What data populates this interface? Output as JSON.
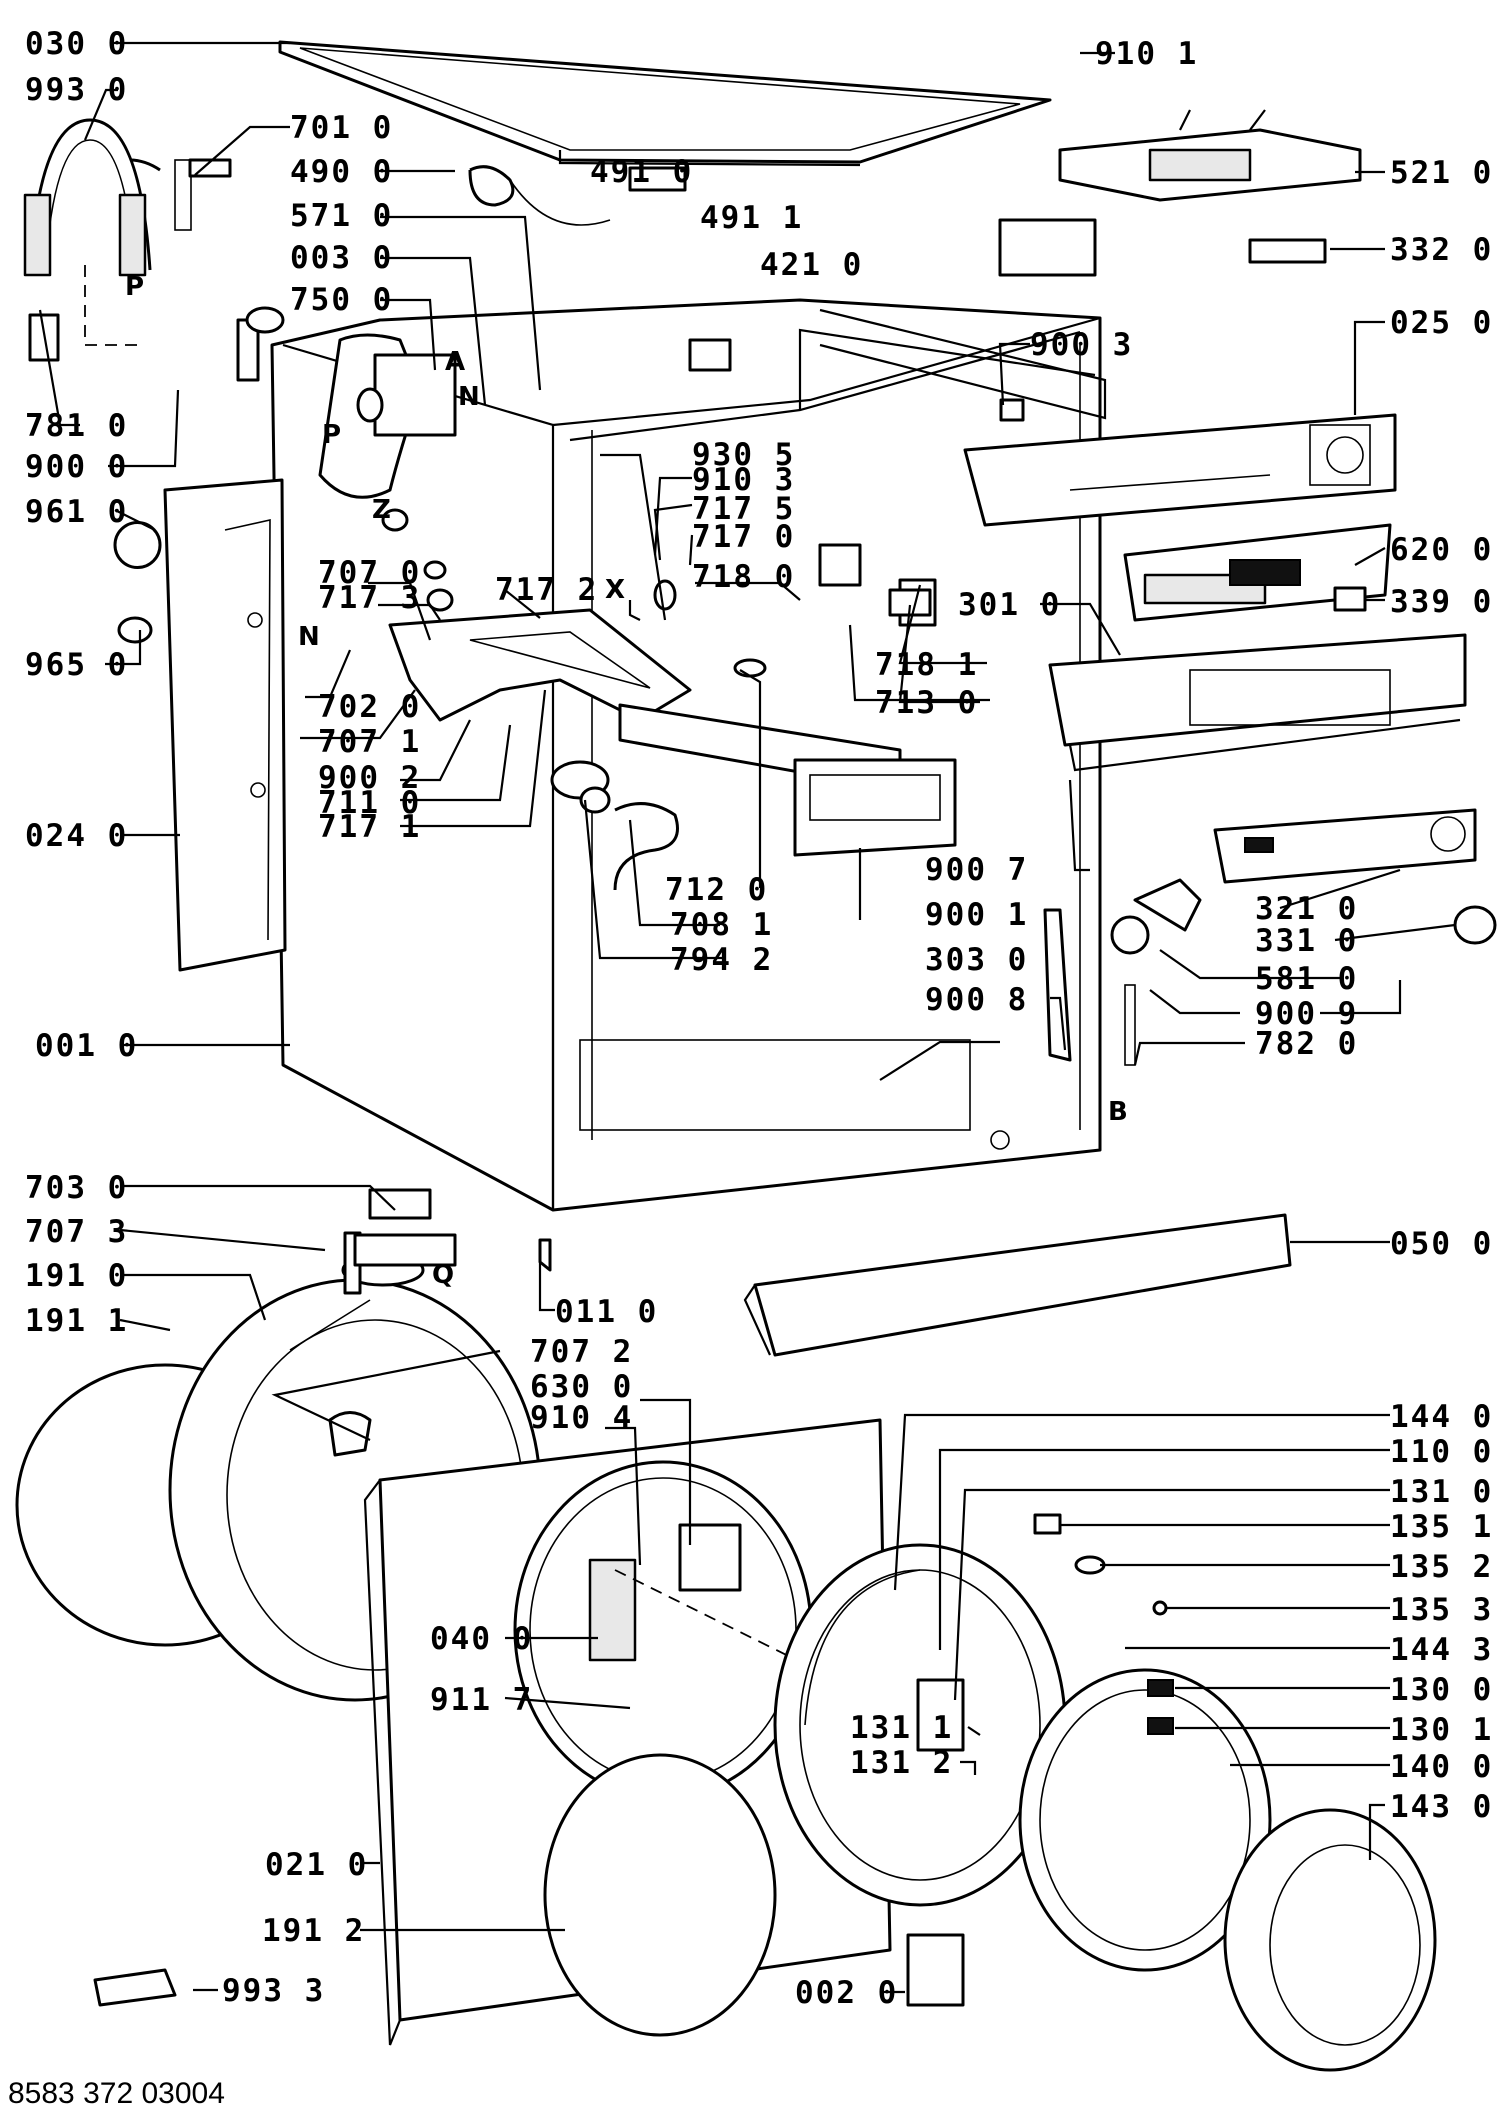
{
  "document_code": "8583 372 03004",
  "letters": [
    "P",
    "A",
    "N",
    "P",
    "Z",
    "N",
    "X",
    "Q",
    "B"
  ],
  "labels": {
    "l030_0": "030 0",
    "l993_0": "993 0",
    "l701_0": "701 0",
    "l490_0": "490 0",
    "l571_0": "571 0",
    "l003_0": "003 0",
    "l750_0": "750 0",
    "l781_0": "781 0",
    "l900_0": "900 0",
    "l961_0": "961 0",
    "l965_0": "965 0",
    "l024_0": "024 0",
    "l001_0": "001 0",
    "l703_0": "703 0",
    "l707_3": "707 3",
    "l191_0": "191 0",
    "l191_1": "191 1",
    "l021_0": "021 0",
    "l191_2": "191 2",
    "l993_3": "993 3",
    "l707_0": "707 0",
    "l717_3": "717 3",
    "l717_2": "717 2",
    "l702_0": "702 0",
    "l707_1": "707 1",
    "l900_2": "900 2",
    "l711_0": "711 0",
    "l717_1": "717 1",
    "l930_5": "930 5",
    "l910_3": "910 3",
    "l717_5": "717 5",
    "l717_0": "717 0",
    "l718_0": "718 0",
    "l712_0": "712 0",
    "l708_1": "708 1",
    "l794_2": "794 2",
    "l491_0": "491 0",
    "l491_1": "491 1",
    "l421_0": "421 0",
    "l900_3": "900 3",
    "l718_1": "718 1",
    "l301_0": "301 0",
    "l713_0": "713 0",
    "l900_7": "900 7",
    "l900_1": "900 1",
    "l303_0": "303 0",
    "l900_8": "900 8",
    "l910_1": "910 1",
    "l521_0": "521 0",
    "l332_0": "332 0",
    "l025_0": "025 0",
    "l620_0": "620 0",
    "l339_0": "339 0",
    "l321_0": "321 0",
    "l331_0": "331 0",
    "l581_0": "581 0",
    "l900_9": "900 9",
    "l782_0": "782 0",
    "l050_0": "050 0",
    "l011_0": "011 0",
    "l707_2": "707 2",
    "l630_0": "630 0",
    "l910_4": "910 4",
    "l040_0": "040 0",
    "l911_7": "911 7",
    "l131_1": "131 1",
    "l131_2": "131 2",
    "l002_0": "002 0",
    "l144_0": "144 0",
    "l110_0": "110 0",
    "l131_0": "131 0",
    "l135_1": "135 1",
    "l135_2": "135 2",
    "l135_3": "135 3",
    "l144_3": "144 3",
    "l130_0": "130 0",
    "l130_1": "130 1",
    "l140_0": "140 0",
    "l143_0": "143 0"
  }
}
